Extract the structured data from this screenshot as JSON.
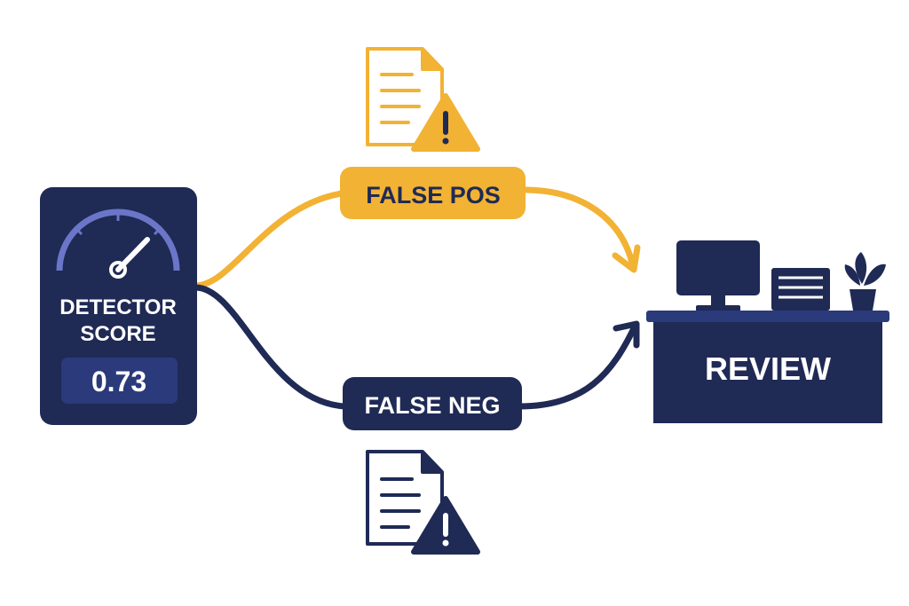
{
  "detector": {
    "title_line1": "DETECTOR",
    "title_line2": "SCORE",
    "score": "0.73",
    "gauge_icon": "speedometer-gauge-icon"
  },
  "paths": {
    "false_positive": {
      "label": "FALSE POS",
      "icon": "document-warning-icon"
    },
    "false_negative": {
      "label": "FALSE NEG",
      "icon": "document-warning-icon"
    }
  },
  "review": {
    "label": "REVIEW",
    "icons": [
      "monitor-icon",
      "document-tray-icon",
      "potted-plant-icon"
    ]
  },
  "colors": {
    "navy": "#1f2a55",
    "navy_light": "#2b3a7a",
    "amber": "#f2b233",
    "amber_dark": "#e09b1a",
    "gauge_blue": "#6b76c8",
    "white": "#ffffff",
    "plant_dark": "#1f2a55"
  }
}
